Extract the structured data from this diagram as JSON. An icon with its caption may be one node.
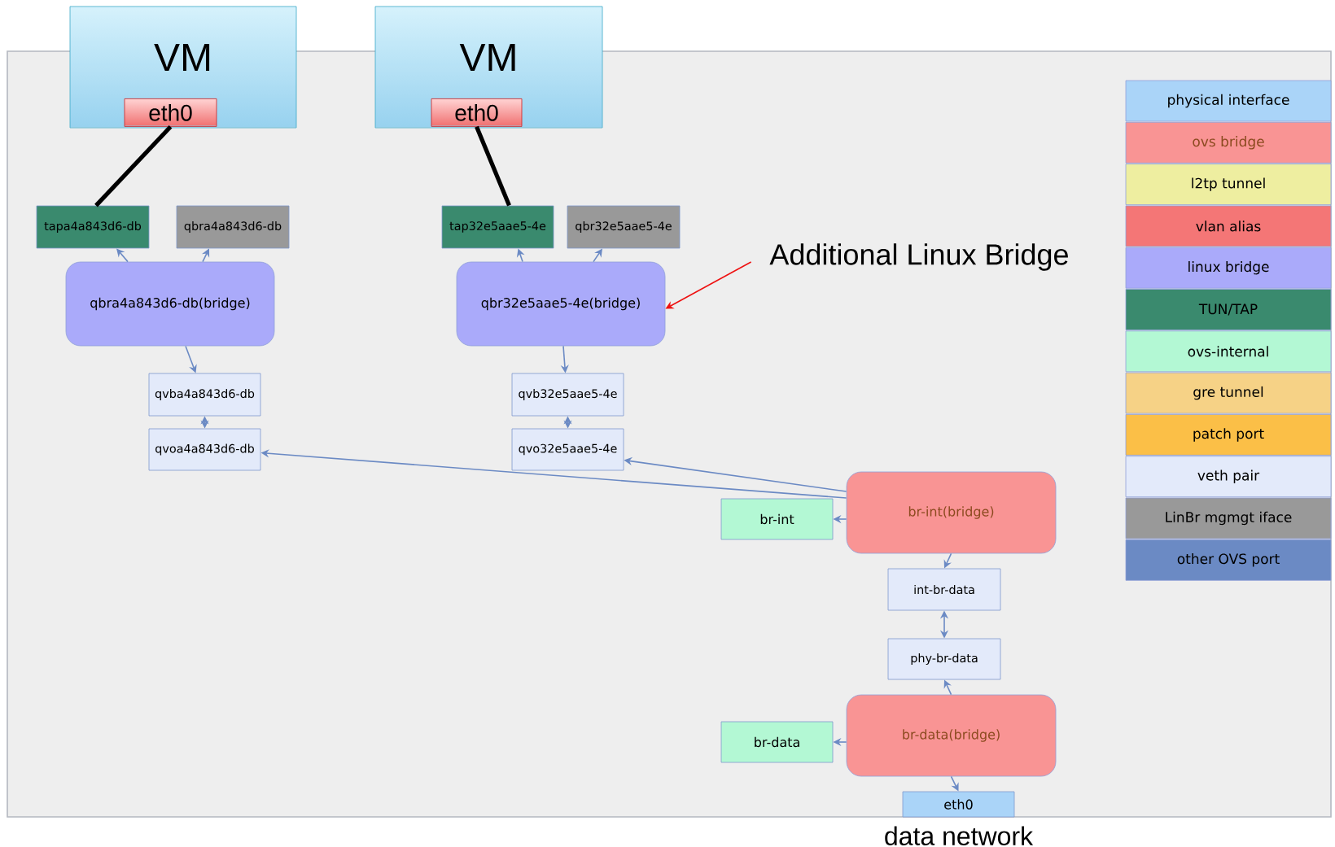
{
  "diagram": {
    "nodes": [
      {
        "text": [
          "VM"
        ]
      },
      {
        "text": [
          "eth0"
        ],
        "in": 0
      },
      {
        "text": [
          "VM"
        ]
      },
      {
        "text": [
          "eth0"
        ],
        "in": 2
      },
      {
        "text": [
          "tapa4a843d6-db"
        ]
      },
      {
        "text": [
          "qbra4a843d6-db"
        ]
      },
      {
        "text": [
          "tap32e5aae5-4e"
        ]
      },
      {
        "text": [
          "qbr32e5aae5-4e"
        ]
      },
      {
        "text": [
          "Additional Linux Bridge"
        ]
      },
      {
        "text": [
          "qbra4a843d6-db(bridge)"
        ]
      },
      {
        "text": [
          "qbr32e5aae5-4e(bridge)"
        ]
      },
      {
        "text": [
          "qvba4a843d6-db"
        ]
      },
      {
        "text": [
          "qvb32e5aae5-4e"
        ]
      },
      {
        "text": [
          "qvoa4a843d6-db"
        ]
      },
      {
        "text": [
          "qvo32e5aae5-4e"
        ]
      },
      {
        "text": [
          "br-int"
        ]
      },
      {
        "text": [
          "br-int(bridge)"
        ]
      },
      {
        "text": [
          "int-br-data"
        ]
      },
      {
        "text": [
          "phy-br-data"
        ]
      },
      {
        "text": [
          "br-data"
        ]
      },
      {
        "text": [
          "br-data(bridge)"
        ]
      },
      {
        "text": [
          "eth0"
        ],
        "beside": [
          "data network"
        ]
      }
    ],
    "edges": [
      {
        "from": 1,
        "to": 4,
        "arrow": "none",
        "style": "thick",
        "color": "#000000"
      },
      {
        "from": 3,
        "to": 6,
        "arrow": "none",
        "style": "thick",
        "color": "#000000"
      },
      {
        "from": 9,
        "to": 4,
        "arrow": "to"
      },
      {
        "from": 9,
        "to": 5,
        "arrow": "to"
      },
      {
        "from": 9,
        "to": 11,
        "arrow": "to"
      },
      {
        "from": 13,
        "to": 11,
        "arrow": "both"
      },
      {
        "from": 10,
        "to": 6,
        "arrow": "to"
      },
      {
        "from": 10,
        "to": 7,
        "arrow": "to"
      },
      {
        "from": 10,
        "to": 12,
        "arrow": "to"
      },
      {
        "from": 14,
        "to": 12,
        "arrow": "both"
      },
      {
        "from": 8,
        "to": 10,
        "arrow": "to",
        "color": "#ee1111"
      },
      {
        "from": 16,
        "to": 13,
        "arrow": "to"
      },
      {
        "from": 16,
        "to": 14,
        "arrow": "to"
      },
      {
        "from": 16,
        "to": 15,
        "arrow": "to"
      },
      {
        "from": 16,
        "to": 17,
        "arrow": "to"
      },
      {
        "from": 17,
        "to": 18,
        "arrow": "both"
      },
      {
        "from": 20,
        "to": 18,
        "arrow": "to"
      },
      {
        "from": 20,
        "to": 19,
        "arrow": "to"
      },
      {
        "from": 20,
        "to": 21,
        "arrow": "to"
      }
    ],
    "legend": [
      {
        "text": "physical interface",
        "color": "#aad4f8"
      },
      {
        "text": "ovs bridge",
        "color": "#f99494"
      },
      {
        "text": "l2tp tunnel",
        "color": "#eeeea0"
      },
      {
        "text": "vlan alias",
        "color": "#f47676"
      },
      {
        "text": "linux bridge",
        "color": "#aaaafa"
      },
      {
        "text": "TUN/TAP",
        "color": "#3a8a6e"
      },
      {
        "text": "ovs-internal",
        "color": "#b3f8d4"
      },
      {
        "text": "gre tunnel",
        "color": "#f6d286"
      },
      {
        "text": "patch port",
        "color": "#fbbf47"
      },
      {
        "text": "veth pair",
        "color": "#e3eafa"
      },
      {
        "text": "LinBr mgmgt iface",
        "color": "#999999"
      },
      {
        "text": "other OVS port",
        "color": "#6b8ac4"
      }
    ]
  }
}
